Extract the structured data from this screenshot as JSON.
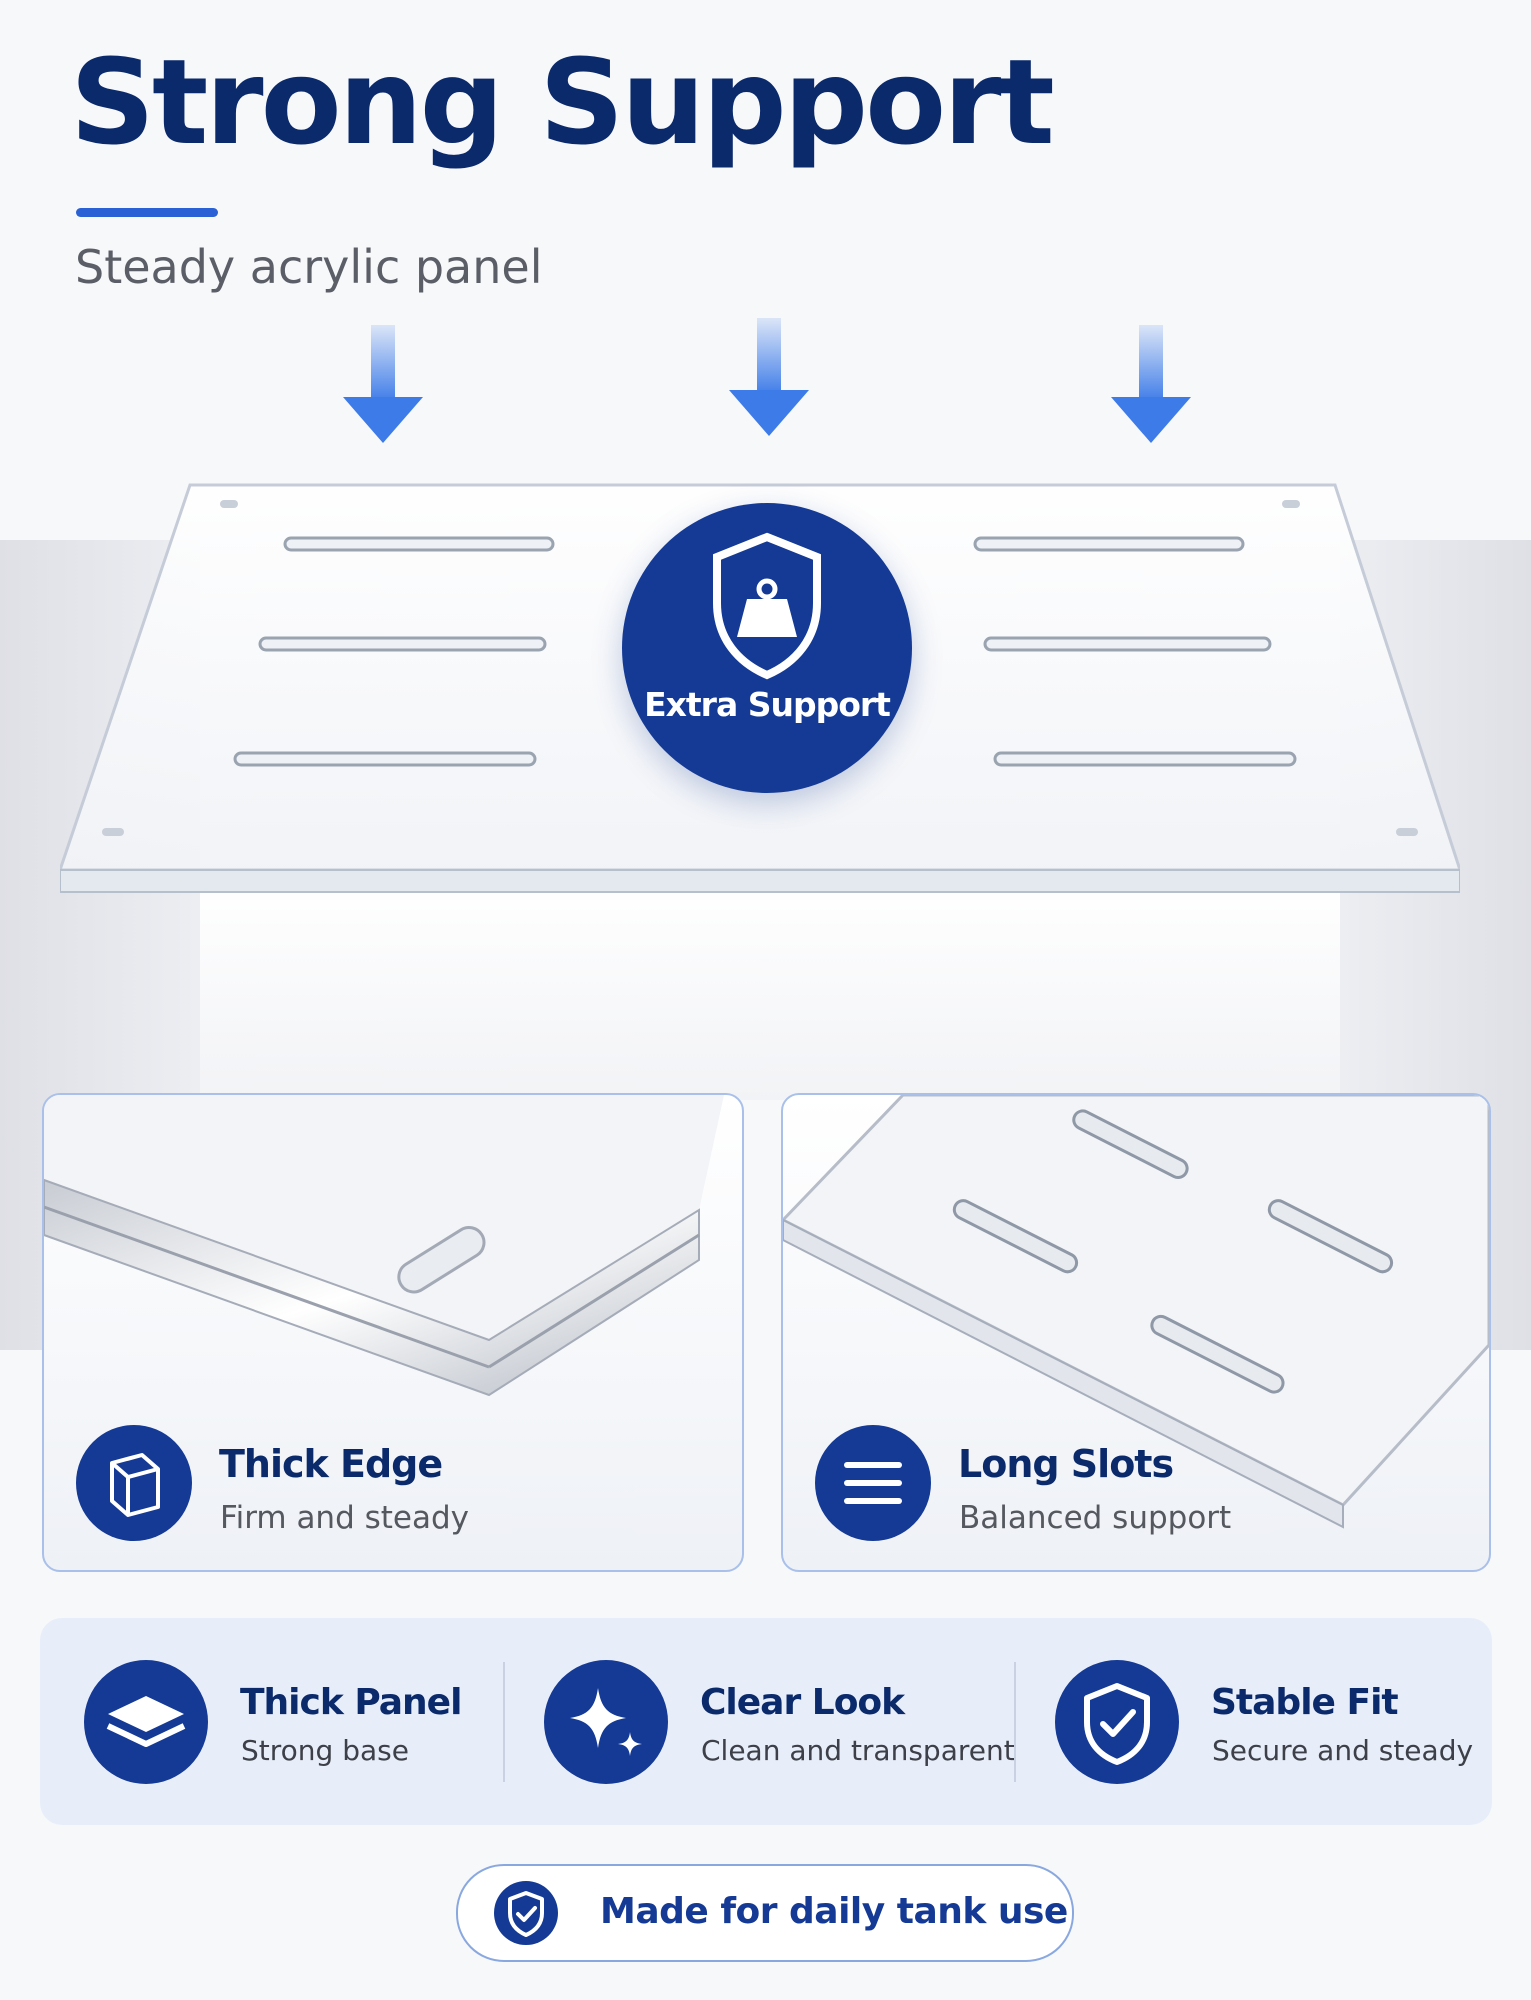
{
  "header": {
    "title": "Strong Support",
    "subtitle": "Steady acrylic panel"
  },
  "badge": {
    "label": "Extra Support",
    "icon": "shield-weight-icon"
  },
  "cards": [
    {
      "title": "Thick Edge",
      "subtitle": "Firm and steady",
      "icon": "edge-block-icon"
    },
    {
      "title": "Long Slots",
      "subtitle": "Balanced support",
      "icon": "slots-lines-icon"
    }
  ],
  "features": [
    {
      "title": "Thick Panel",
      "subtitle": "Strong base",
      "icon": "layers-icon"
    },
    {
      "title": "Clear Look",
      "subtitle": "Clean and transparent",
      "icon": "sparkle-icon"
    },
    {
      "title": "Stable Fit",
      "subtitle": "Secure and steady",
      "icon": "shield-check-icon"
    }
  ],
  "footer": {
    "label": "Made for daily tank use",
    "icon": "shield-check-icon"
  },
  "colors": {
    "navy": "#0b2a6b",
    "brand_blue": "#143a95",
    "accent_blue": "#2a62d6",
    "arrow_blue": "#3d7be8"
  }
}
